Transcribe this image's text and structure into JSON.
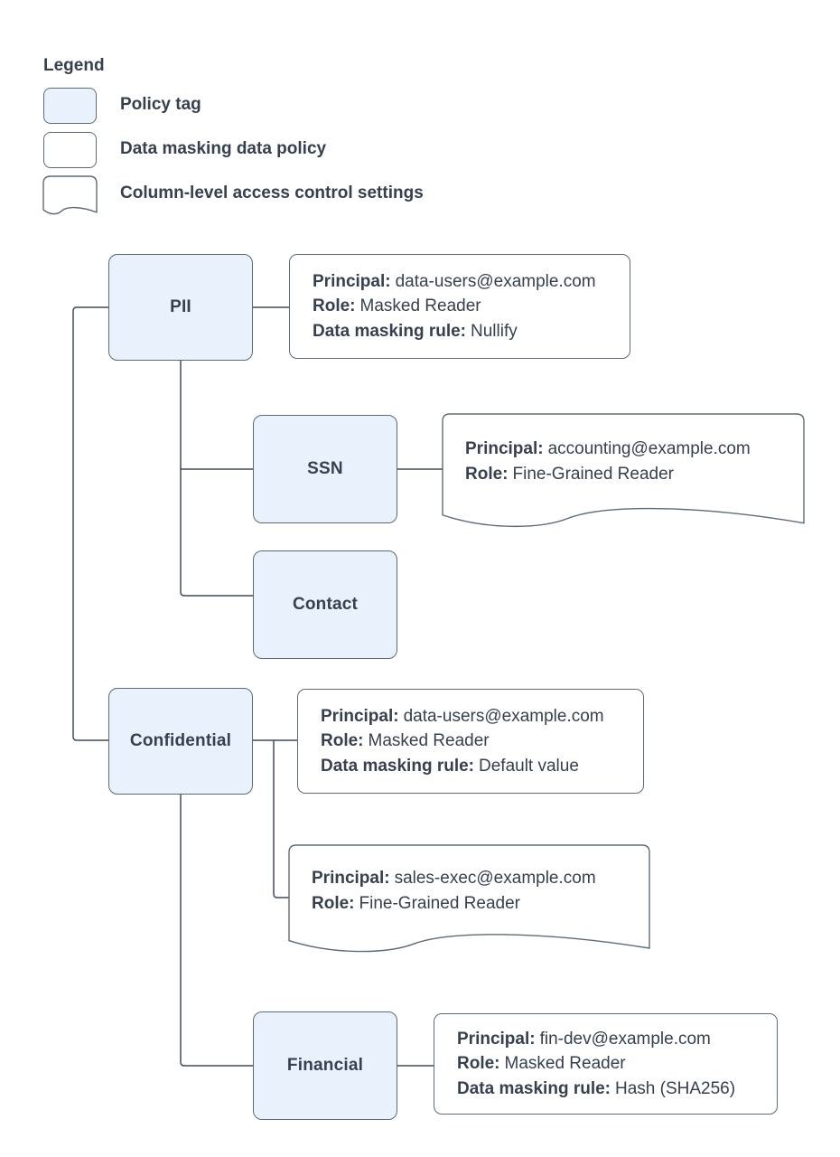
{
  "legend": {
    "title": "Legend",
    "items": [
      {
        "label": "Policy tag",
        "swatch": "policy-tag-swatch"
      },
      {
        "label": "Data masking data policy",
        "swatch": "data-policy-swatch"
      },
      {
        "label": "Column-level access control settings",
        "swatch": "access-control-swatch"
      }
    ]
  },
  "tags": {
    "pii": "PII",
    "ssn": "SSN",
    "contact": "Contact",
    "confidential": "Confidential",
    "financial": "Financial"
  },
  "policies": {
    "pii_masking": {
      "fields": [
        {
          "label": "Principal:",
          "value": "data-users@example.com"
        },
        {
          "label": "Role:",
          "value": "Masked Reader"
        },
        {
          "label": "Data masking rule:",
          "value": "Nullify"
        }
      ]
    },
    "ssn_access": {
      "fields": [
        {
          "label": "Principal:",
          "value": "accounting@example.com"
        },
        {
          "label": "Role:",
          "value": "Fine-Grained Reader"
        }
      ]
    },
    "confidential_masking": {
      "fields": [
        {
          "label": "Principal:",
          "value": "data-users@example.com"
        },
        {
          "label": "Role:",
          "value": "Masked Reader"
        },
        {
          "label": "Data masking rule:",
          "value": "Default value"
        }
      ]
    },
    "confidential_access": {
      "fields": [
        {
          "label": "Principal:",
          "value": "sales-exec@example.com"
        },
        {
          "label": "Role:",
          "value": "Fine-Grained Reader"
        }
      ]
    },
    "financial_masking": {
      "fields": [
        {
          "label": "Principal:",
          "value": "fin-dev@example.com"
        },
        {
          "label": "Role:",
          "value": "Masked Reader"
        },
        {
          "label": "Data masking rule:",
          "value": "Hash (SHA256)"
        }
      ]
    }
  },
  "colors": {
    "policy_tag_fill": "#e9f1fd",
    "box_border": "#5f6a78",
    "connector": "#424a59",
    "text": "#36404e"
  }
}
